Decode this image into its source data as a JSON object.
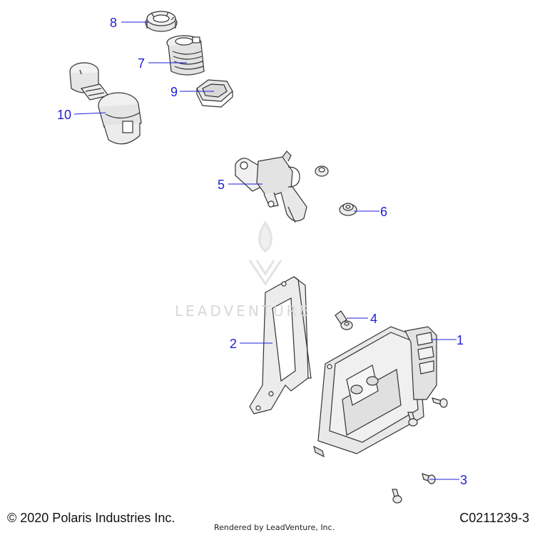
{
  "callouts": [
    {
      "id": "1",
      "label": "1"
    },
    {
      "id": "2",
      "label": "2"
    },
    {
      "id": "3",
      "label": "3"
    },
    {
      "id": "4",
      "label": "4"
    },
    {
      "id": "5",
      "label": "5"
    },
    {
      "id": "6",
      "label": "6"
    },
    {
      "id": "7",
      "label": "7"
    },
    {
      "id": "8",
      "label": "8"
    },
    {
      "id": "9",
      "label": "9"
    },
    {
      "id": "10",
      "label": "10"
    }
  ],
  "footer": {
    "copyright": "© 2020 Polaris Industries Inc.",
    "rendered_by": "Rendered by LeadVenture, Inc.",
    "diagram_code": "C0211239-3"
  },
  "watermark": {
    "text": "LEADVENTURE"
  },
  "colors": {
    "callout": "#1f1fd8",
    "line_art": "#333333",
    "part_fill": "#e6e6e6",
    "watermark": "#d8d8d8"
  }
}
